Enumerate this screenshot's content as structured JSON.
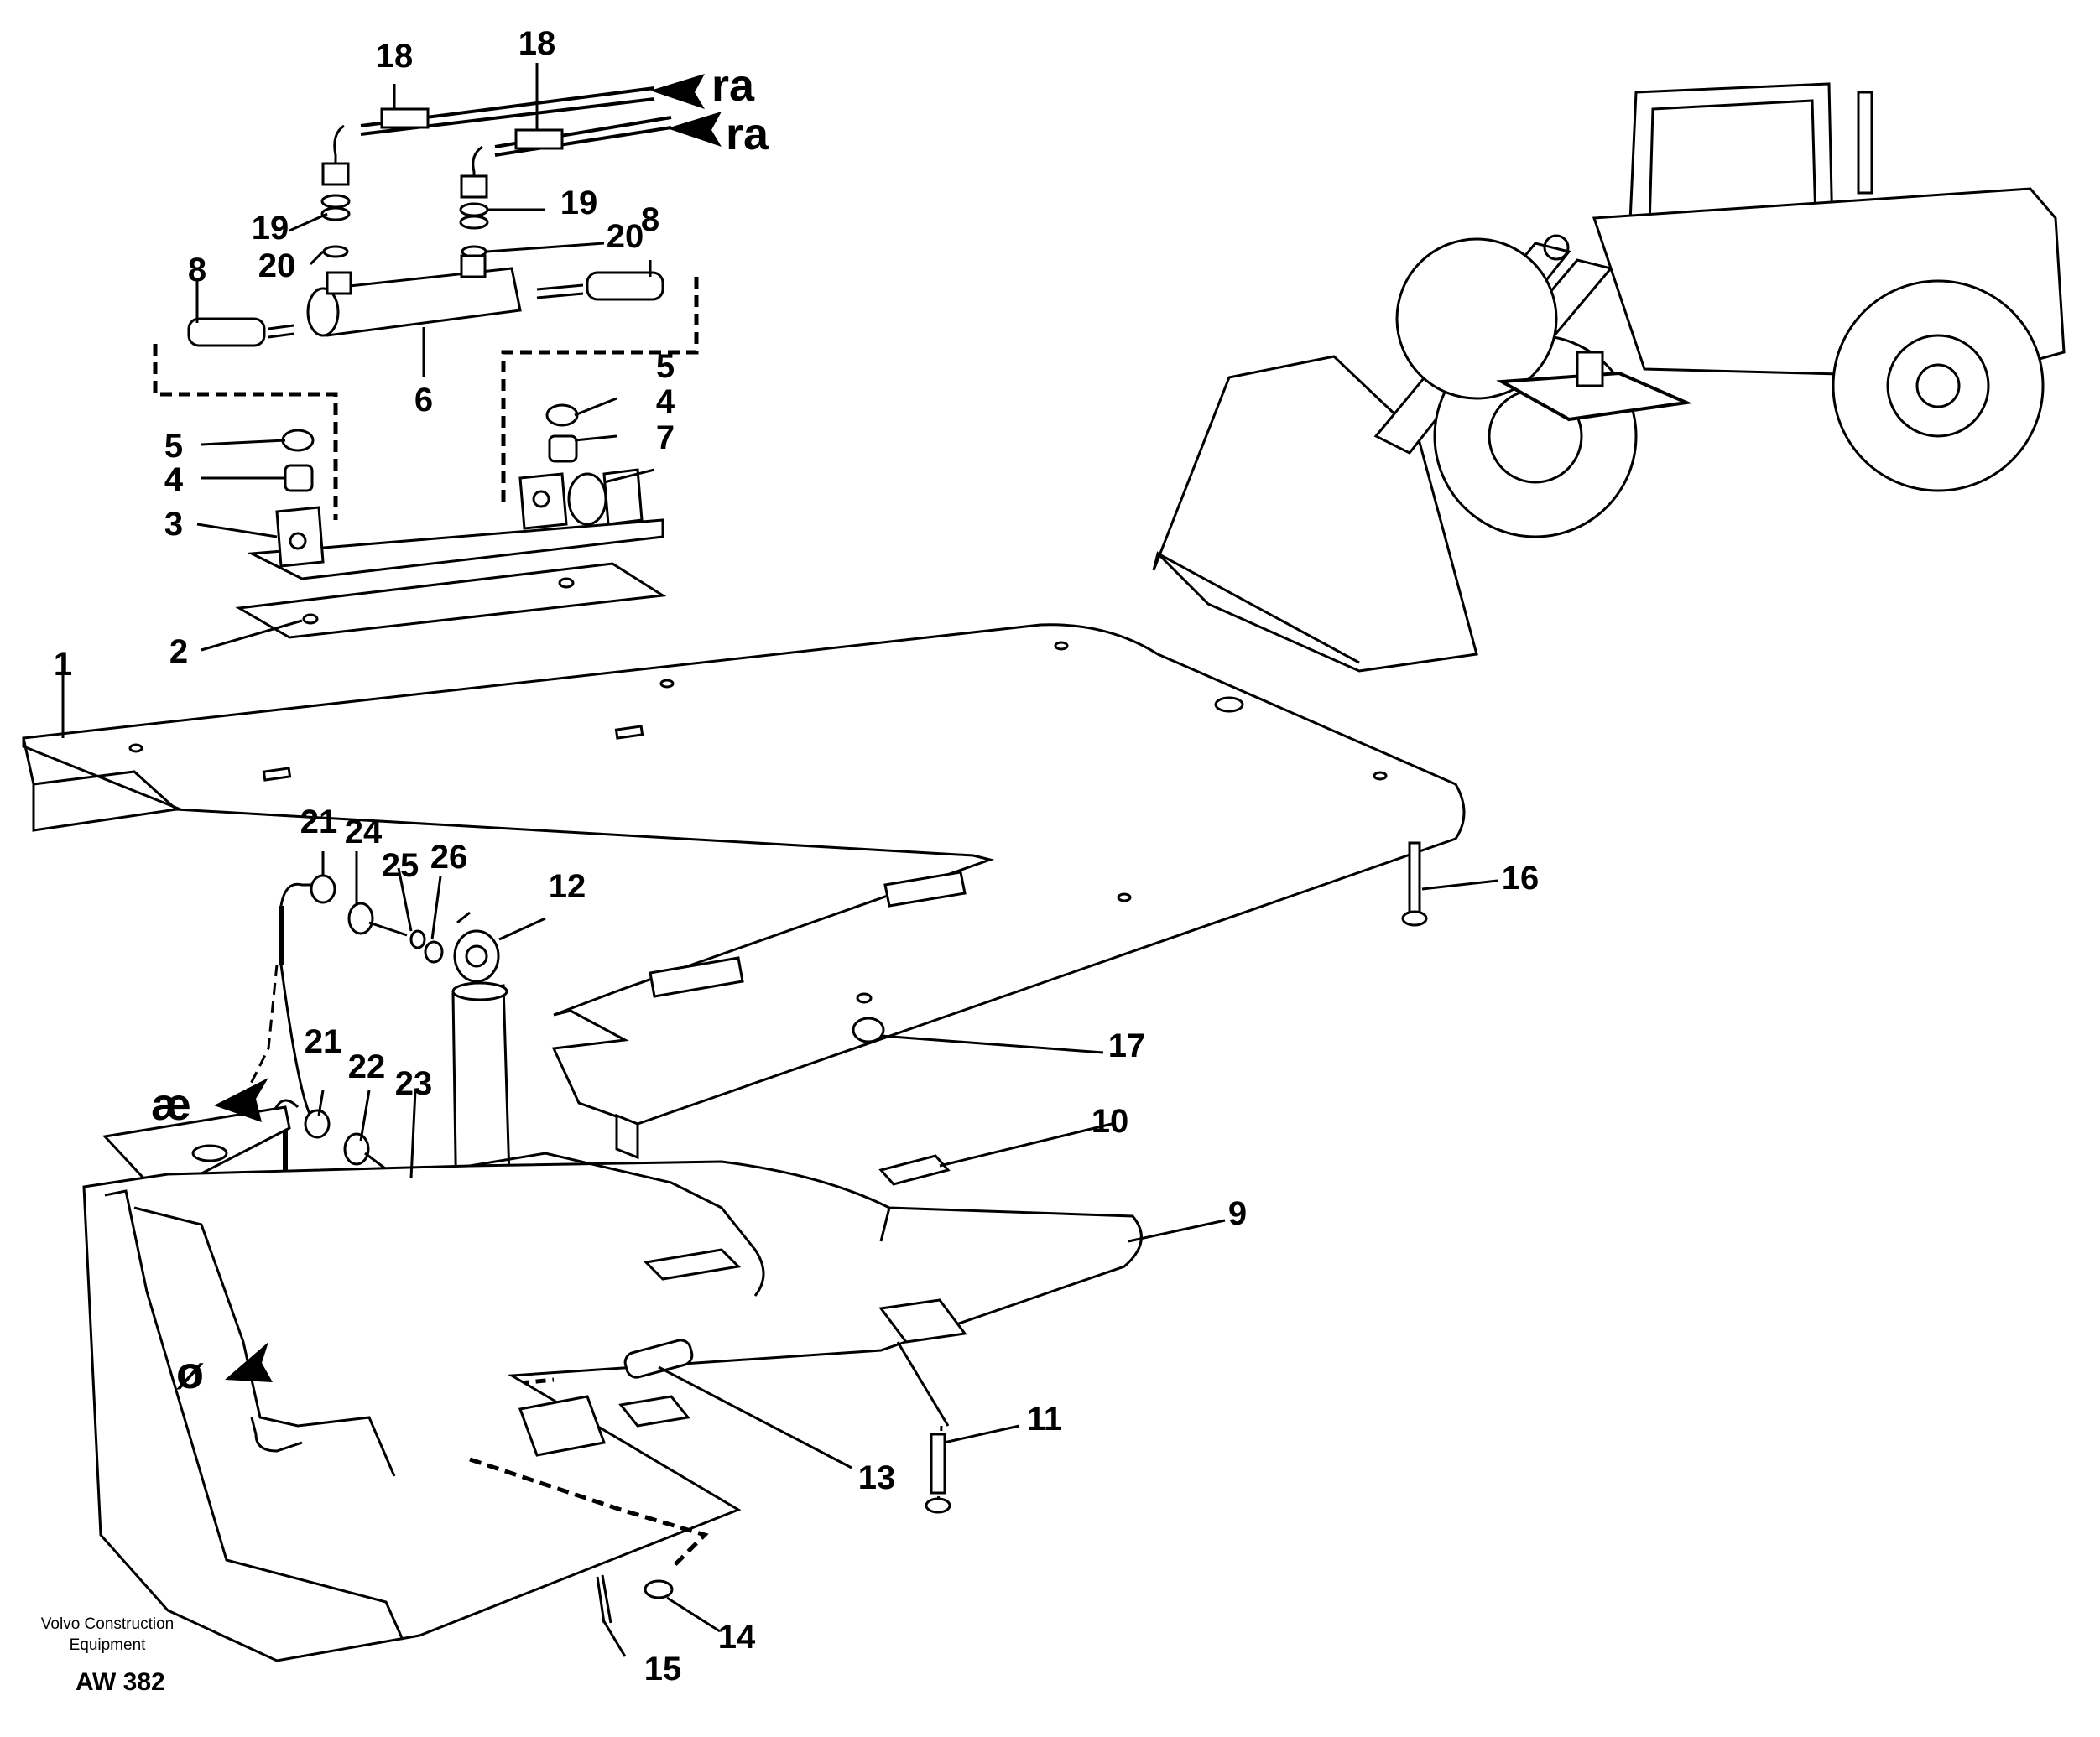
{
  "callouts": {
    "c1": "1",
    "c2": "2",
    "c3": "3",
    "c4a": "4",
    "c4b": "4",
    "c5a": "5",
    "c5b": "5",
    "c6": "6",
    "c7": "7",
    "c8a": "8",
    "c8b": "8",
    "c9": "9",
    "c10": "10",
    "c11": "11",
    "c12": "12",
    "c13": "13",
    "c14": "14",
    "c15": "15",
    "c16": "16",
    "c17": "17",
    "c18a": "18",
    "c18b": "18",
    "c19a": "19",
    "c19b": "19",
    "c20a": "20",
    "c20b": "20",
    "c21a": "21",
    "c21b": "21",
    "c22": "22",
    "c23": "23",
    "c24": "24",
    "c25": "25",
    "c26": "26"
  },
  "arrow_labels": {
    "ra_top": "ra",
    "ra_bottom": "ra",
    "ae": "æ",
    "oslash": "ø"
  },
  "footer": {
    "brand_line1": "Volvo Construction",
    "brand_line2": "Equipment",
    "drawing_code": "AW 382"
  }
}
